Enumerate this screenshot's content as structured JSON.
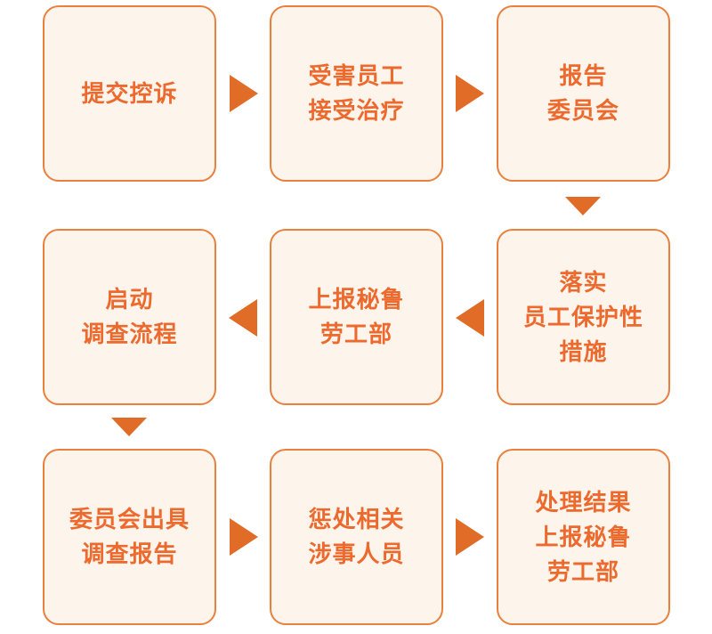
{
  "flowchart": {
    "colors": {
      "box_fill": "#fdf4ec",
      "box_border": "#e9803e",
      "text": "#ed6a2e",
      "arrow": "#e16c28",
      "bg": "#ffffff"
    },
    "nodes": [
      {
        "id": "submit-complaint",
        "text": "提交控诉",
        "row": 1,
        "col": 1
      },
      {
        "id": "employee-treatment",
        "text": "受害员工\n接受治疗",
        "row": 1,
        "col": 2
      },
      {
        "id": "report-committee",
        "text": "报告\n委员会",
        "row": 1,
        "col": 3
      },
      {
        "id": "protective-measures",
        "text": "落实\n员工保护性\n措施",
        "row": 2,
        "col": 3
      },
      {
        "id": "report-peru-labor",
        "text": "上报秘鲁\n劳工部",
        "row": 2,
        "col": 2
      },
      {
        "id": "launch-investigation",
        "text": "启动\n调查流程",
        "row": 2,
        "col": 1
      },
      {
        "id": "committee-issues-report",
        "text": "委员会出具\n调查报告",
        "row": 3,
        "col": 1
      },
      {
        "id": "punish-personnel",
        "text": "惩处相关\n涉事人员",
        "row": 3,
        "col": 2
      },
      {
        "id": "report-results",
        "text": "处理结果\n上报秘鲁\n劳工部",
        "row": 3,
        "col": 3
      }
    ],
    "arrows": [
      {
        "direction": "right",
        "from": "submit-complaint",
        "to": "employee-treatment"
      },
      {
        "direction": "right",
        "from": "employee-treatment",
        "to": "report-committee"
      },
      {
        "direction": "down",
        "from": "report-committee",
        "to": "protective-measures"
      },
      {
        "direction": "left",
        "from": "protective-measures",
        "to": "report-peru-labor"
      },
      {
        "direction": "left",
        "from": "report-peru-labor",
        "to": "launch-investigation"
      },
      {
        "direction": "down",
        "from": "launch-investigation",
        "to": "committee-issues-report"
      },
      {
        "direction": "right",
        "from": "committee-issues-report",
        "to": "punish-personnel"
      },
      {
        "direction": "right",
        "from": "punish-personnel",
        "to": "report-results"
      }
    ]
  }
}
